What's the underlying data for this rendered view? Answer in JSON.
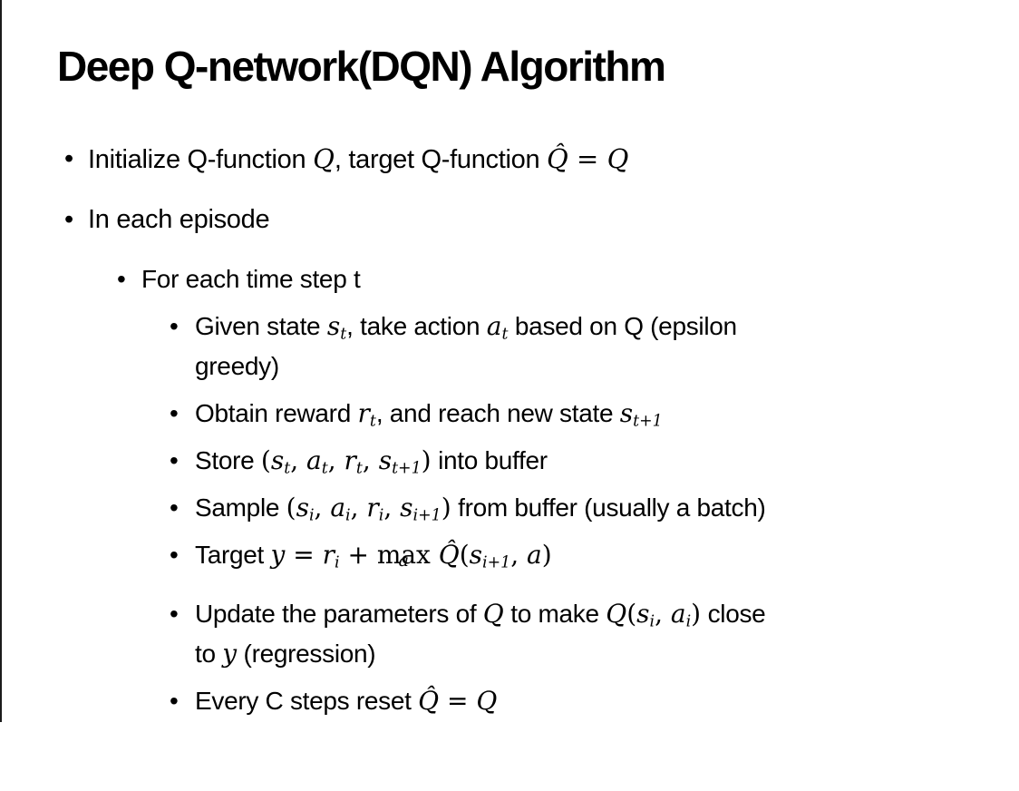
{
  "slide": {
    "title": "Deep Q-network(DQN) Algorithm",
    "bullet_char": "•",
    "bullets": [
      {
        "level": 1,
        "segments": [
          {
            "c": "t",
            "x": "Initialize Q-function "
          },
          {
            "c": "m",
            "x": "Q"
          },
          {
            "c": "t",
            "x": ", target Q-function "
          },
          {
            "c": "m",
            "x": "Q̂"
          },
          {
            "c": "mr",
            "x": " = "
          },
          {
            "c": "m",
            "x": "Q"
          }
        ]
      },
      {
        "level": 1,
        "segments": [
          {
            "c": "t",
            "x": "In each episode"
          }
        ]
      },
      {
        "level": 2,
        "segments": [
          {
            "c": "t",
            "x": "For each time step t"
          }
        ]
      },
      {
        "level": 3,
        "segments": [
          {
            "c": "t",
            "x": "Given state "
          },
          {
            "c": "m",
            "x": "s"
          },
          {
            "c": "sub",
            "x": "t"
          },
          {
            "c": "t",
            "x": ", take action "
          },
          {
            "c": "m",
            "x": "a"
          },
          {
            "c": "sub",
            "x": "t"
          },
          {
            "c": "t",
            "x": " based on Q (epsilon"
          },
          {
            "c": "br"
          },
          {
            "c": "t",
            "x": "greedy)"
          }
        ]
      },
      {
        "level": 3,
        "segments": [
          {
            "c": "t",
            "x": "Obtain reward "
          },
          {
            "c": "m",
            "x": "r"
          },
          {
            "c": "sub",
            "x": "t"
          },
          {
            "c": "t",
            "x": ", and reach new state "
          },
          {
            "c": "m",
            "x": "s"
          },
          {
            "c": "sub",
            "x": "t+1"
          }
        ]
      },
      {
        "level": 3,
        "segments": [
          {
            "c": "t",
            "x": "Store "
          },
          {
            "c": "mr",
            "x": "("
          },
          {
            "c": "m",
            "x": "s"
          },
          {
            "c": "sub",
            "x": "t"
          },
          {
            "c": "mr",
            "x": ", "
          },
          {
            "c": "m",
            "x": "a"
          },
          {
            "c": "sub",
            "x": "t"
          },
          {
            "c": "mr",
            "x": ", "
          },
          {
            "c": "m",
            "x": "r"
          },
          {
            "c": "sub",
            "x": "t"
          },
          {
            "c": "mr",
            "x": ", "
          },
          {
            "c": "m",
            "x": "s"
          },
          {
            "c": "sub",
            "x": "t+1"
          },
          {
            "c": "mr",
            "x": ")"
          },
          {
            "c": "t",
            "x": " into buffer"
          }
        ]
      },
      {
        "level": 3,
        "segments": [
          {
            "c": "t",
            "x": "Sample "
          },
          {
            "c": "mr",
            "x": "("
          },
          {
            "c": "m",
            "x": "s"
          },
          {
            "c": "sub",
            "x": "i"
          },
          {
            "c": "mr",
            "x": ", "
          },
          {
            "c": "m",
            "x": "a"
          },
          {
            "c": "sub",
            "x": "i"
          },
          {
            "c": "mr",
            "x": ", "
          },
          {
            "c": "m",
            "x": "r"
          },
          {
            "c": "sub",
            "x": "i"
          },
          {
            "c": "mr",
            "x": ", "
          },
          {
            "c": "m",
            "x": "s"
          },
          {
            "c": "sub",
            "x": "i+1"
          },
          {
            "c": "mr",
            "x": ")"
          },
          {
            "c": "t",
            "x": " from buffer (usually a batch)"
          }
        ]
      },
      {
        "level": 3,
        "extra_space_below": true,
        "segments": [
          {
            "c": "t",
            "x": "Target "
          },
          {
            "c": "m",
            "x": "y"
          },
          {
            "c": "mr",
            "x": " = "
          },
          {
            "c": "m",
            "x": "r"
          },
          {
            "c": "sub",
            "x": "i"
          },
          {
            "c": "mr",
            "x": " + "
          },
          {
            "c": "munder",
            "x": "max",
            "u": "a"
          },
          {
            "c": "m",
            "x": " Q̂"
          },
          {
            "c": "mr",
            "x": "("
          },
          {
            "c": "m",
            "x": "s"
          },
          {
            "c": "sub",
            "x": "i+1"
          },
          {
            "c": "mr",
            "x": ", "
          },
          {
            "c": "m",
            "x": "a"
          },
          {
            "c": "mr",
            "x": ")"
          }
        ]
      },
      {
        "level": 3,
        "segments": [
          {
            "c": "t",
            "x": "Update the parameters of "
          },
          {
            "c": "m",
            "x": "Q"
          },
          {
            "c": "t",
            "x": " to make "
          },
          {
            "c": "m",
            "x": "Q"
          },
          {
            "c": "mr",
            "x": "("
          },
          {
            "c": "m",
            "x": "s"
          },
          {
            "c": "sub",
            "x": "i"
          },
          {
            "c": "mr",
            "x": ", "
          },
          {
            "c": "m",
            "x": "a"
          },
          {
            "c": "sub",
            "x": "i"
          },
          {
            "c": "mr",
            "x": ")"
          },
          {
            "c": "t",
            "x": " close"
          },
          {
            "c": "br"
          },
          {
            "c": "t",
            "x": "to "
          },
          {
            "c": "m",
            "x": "y"
          },
          {
            "c": "t",
            "x": " (regression)"
          }
        ]
      },
      {
        "level": 3,
        "segments": [
          {
            "c": "t",
            "x": "Every C steps reset "
          },
          {
            "c": "m",
            "x": "Q̂"
          },
          {
            "c": "mr",
            "x": " = "
          },
          {
            "c": "m",
            "x": "Q"
          }
        ]
      }
    ]
  }
}
